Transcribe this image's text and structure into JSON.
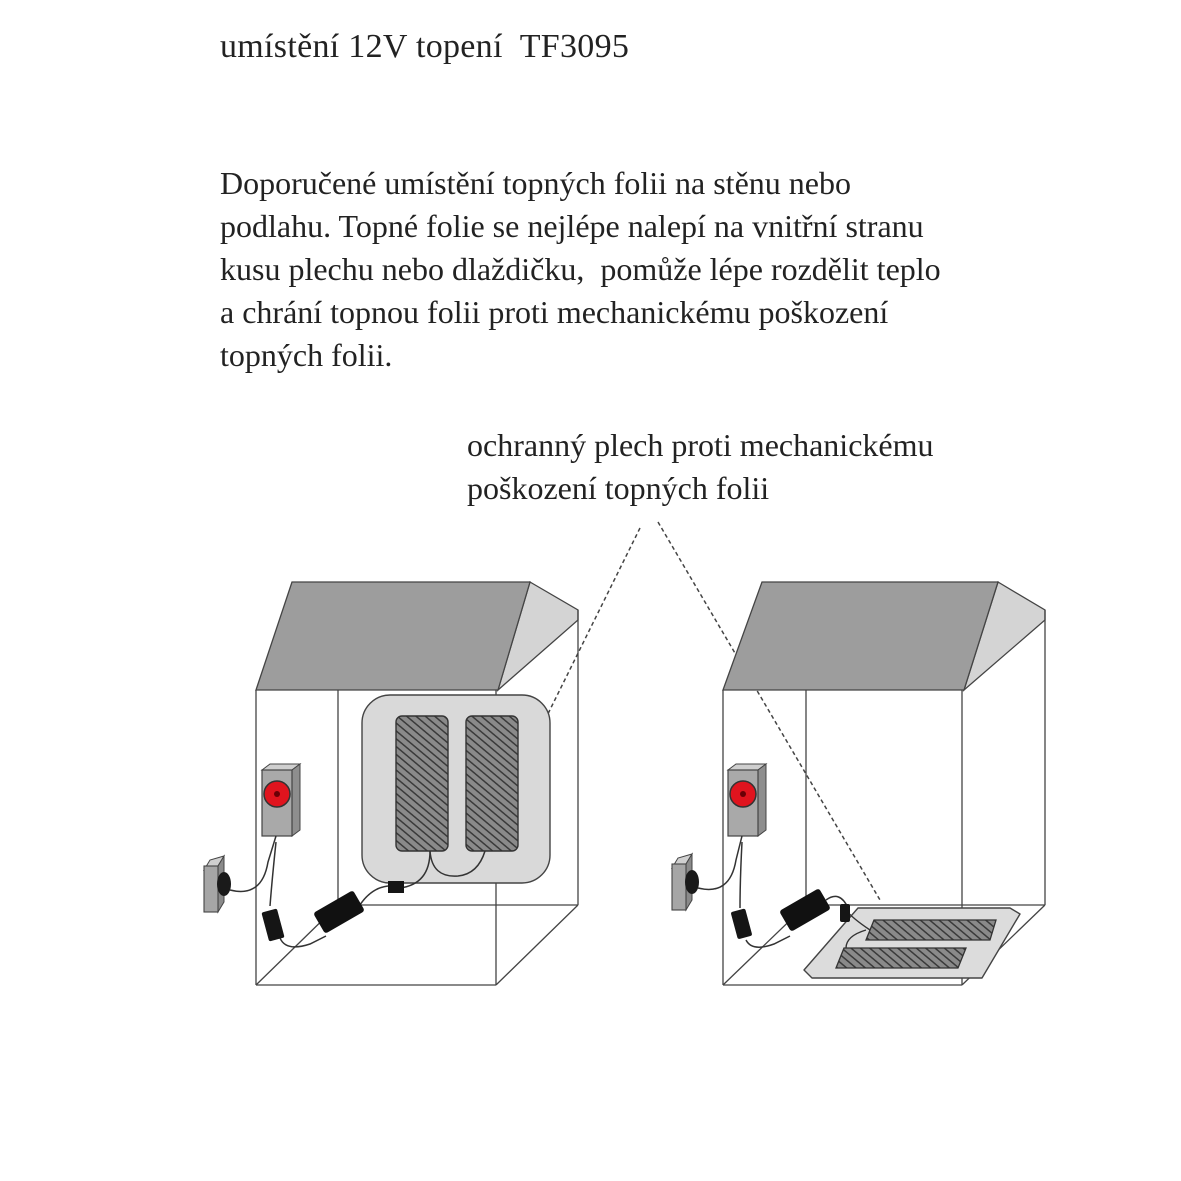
{
  "title": "umístění 12V topení  TF3095",
  "description_lines": [
    "Doporučené umístění topných folii na stěnu nebo",
    "podlahu. Topné folie se nejlépe nalepí na vnitřní stranu",
    "kusu plechu nebo dlaždičku,  pomůže lépe rozdělit teplo",
    "a chrání topnou folii proti mechanickému poškození",
    "topných folii."
  ],
  "callout_lines": [
    "ochranný plech proti mechanickému",
    "poškození topných folii"
  ],
  "colors": {
    "roof": "#9e9e9e",
    "roof_side": "#d6d6d6",
    "plate": "#dcdcdc",
    "foil_hatch": "#555555",
    "thermostat_body": "#a8a8a8",
    "thermostat_knob": "#e0141e",
    "adapter": "#151515",
    "outline": "#333333"
  }
}
